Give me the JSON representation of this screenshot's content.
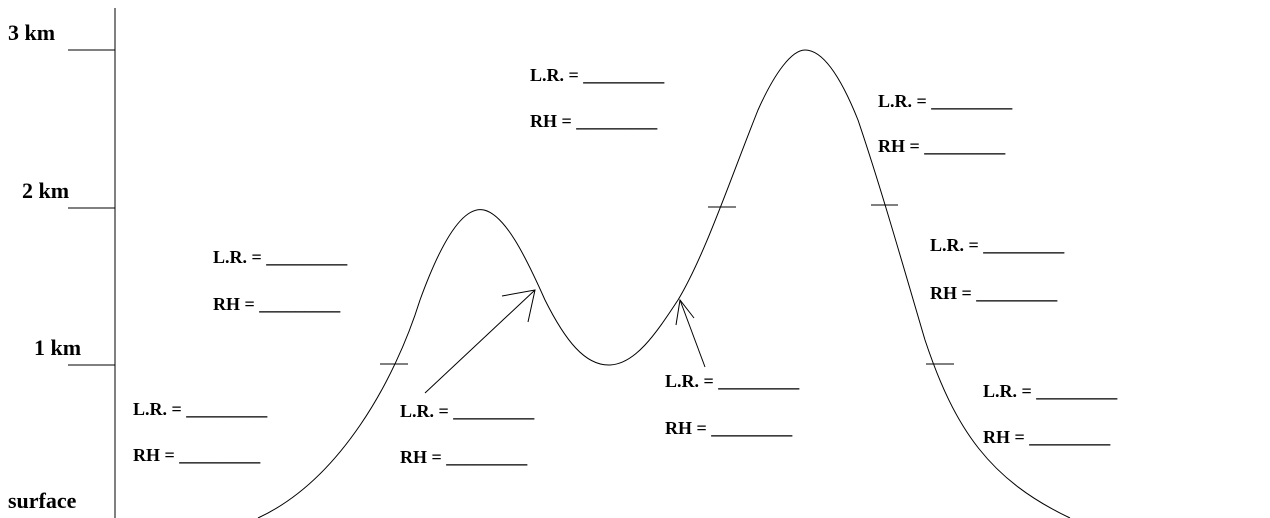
{
  "altitude_labels": {
    "km3": "3 km",
    "km2": "2 km",
    "km1": "1 km",
    "surface": "surface"
  },
  "fields": [
    {
      "lr": "L.R. = _________",
      "rh": "RH = _________"
    },
    {
      "lr": "L.R. = _________",
      "rh": "RH = _________"
    },
    {
      "lr": "L.R. = _________",
      "rh": "RH = _________"
    },
    {
      "lr": "L.R. = _________",
      "rh": "RH = _________"
    },
    {
      "lr": "L.R. = _________",
      "rh": "RH = _________"
    },
    {
      "lr": "L.R. = _________",
      "rh": "RH = _________"
    },
    {
      "lr": "L.R. = _________",
      "rh": "RH = _________"
    },
    {
      "lr": "L.R. = _________",
      "rh": "RH = _________"
    }
  ]
}
